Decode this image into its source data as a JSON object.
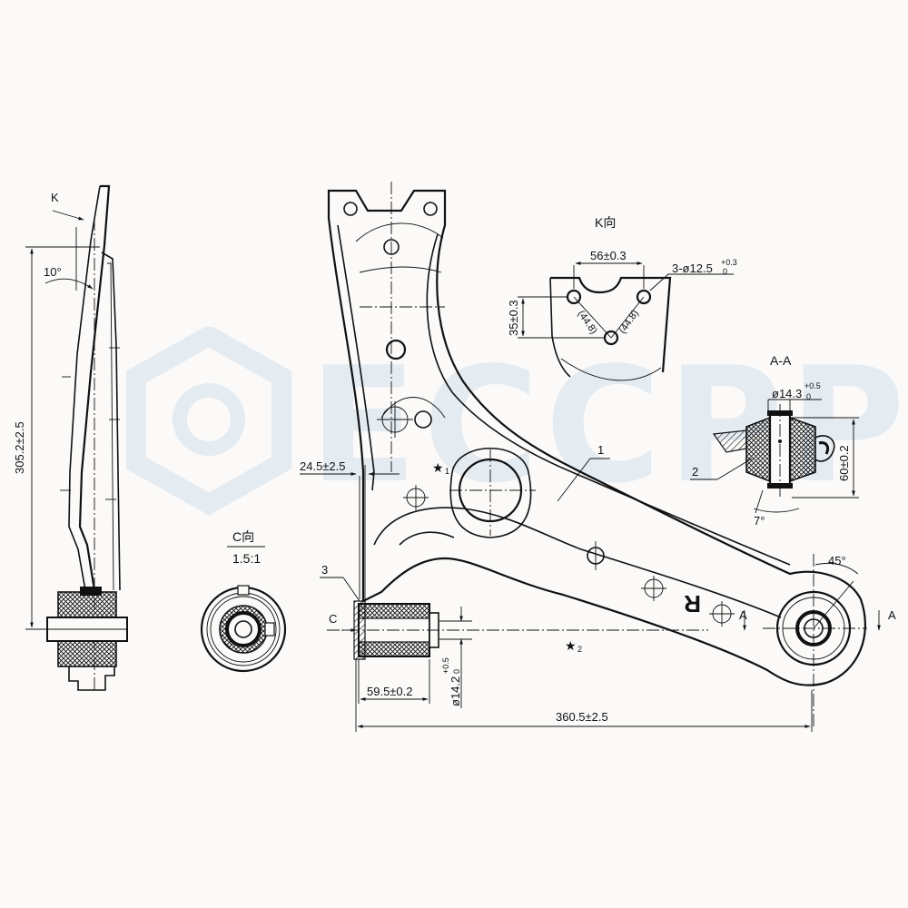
{
  "watermark": {
    "text": "ECCPP"
  },
  "views": {
    "side": {
      "k_arrow": "K",
      "angle": "10°",
      "height_dim": "305.2±2.5"
    },
    "c_view": {
      "title": "C向",
      "scale": "1.5:1"
    },
    "k_view": {
      "title": "K向",
      "width_dim": "56±0.3",
      "hole_dim": "3-ø12.5",
      "hole_tol_upper": "+0.3",
      "hole_tol_lower": "0",
      "height_dim": "35±0.3",
      "diag1": "(44.8)",
      "diag2": "(44.8)"
    },
    "section": {
      "title": "A-A",
      "bore_dim": "ø14.3",
      "bore_tol_upper": "+0.5",
      "bore_tol_lower": "0",
      "height_dim": "60±0.2",
      "angle": "7°",
      "part_label": "2"
    }
  },
  "main": {
    "offset_dim": "24.5±2.5",
    "part1": "1",
    "part3": "3",
    "c_marker": "C",
    "bushing_len_dim": "59.5±0.2",
    "bushing_bore_dim": "ø14.2",
    "bushing_tol_upper": "+0.5",
    "bushing_tol_lower": "0",
    "overall_dim": "360.5±2.5",
    "angle": "45°",
    "side_mark": "R",
    "section_mark_left": "A",
    "section_mark_right": "A",
    "star1_sub": "1",
    "star2_sub": "2"
  }
}
